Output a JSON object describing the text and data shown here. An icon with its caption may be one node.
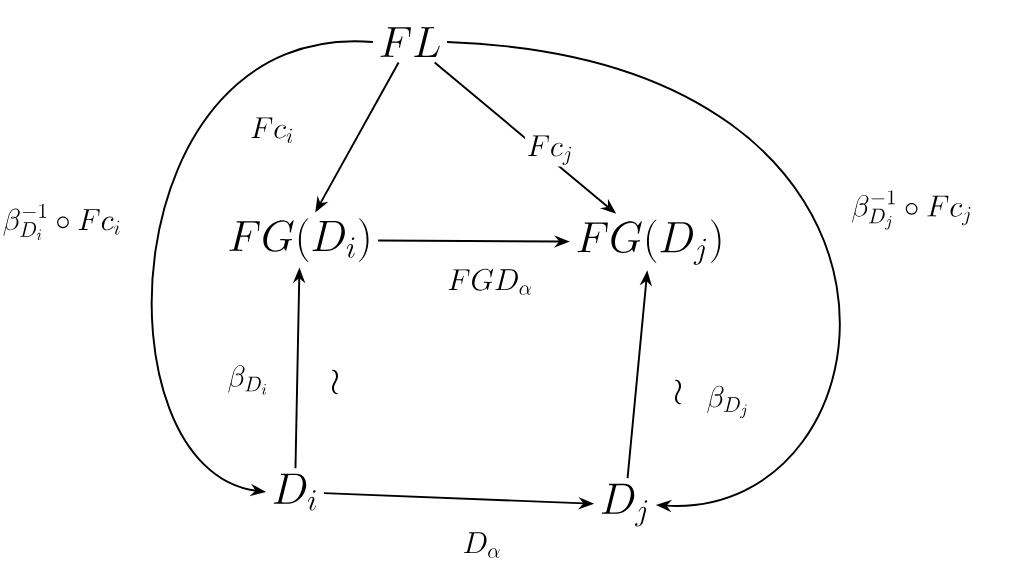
{
  "diagram": {
    "nodes": [
      {
        "text": [
          "FL"
        ]
      },
      {
        "text": [
          "FG(D_i)"
        ]
      },
      {
        "text": [
          "FG(D_j)"
        ]
      },
      {
        "text": [
          "D_i"
        ]
      },
      {
        "text": [
          "D_j"
        ]
      }
    ],
    "edges": [
      {
        "from": 0,
        "to": 1,
        "arrow": "to",
        "label": "Fc_i"
      },
      {
        "from": 0,
        "to": 2,
        "arrow": "to",
        "label": "Fc_j"
      },
      {
        "from": 1,
        "to": 2,
        "arrow": "to",
        "label": "FGD_\\alpha"
      },
      {
        "from": 3,
        "to": 1,
        "arrow": "to",
        "label": "\\beta_{D_i}"
      },
      {
        "from": 4,
        "to": 2,
        "arrow": "to",
        "label": "\\beta_{D_j}"
      },
      {
        "from": 3,
        "to": 4,
        "arrow": "to",
        "label": "D_\\alpha"
      },
      {
        "from": 0,
        "to": 3,
        "arrow": "to",
        "label": "\\beta_{D_i}^{-1}\\circ Fc_i"
      },
      {
        "from": 0,
        "to": 4,
        "arrow": "to",
        "label": "\\beta_{D_j}^{-1}\\circ Fc_j"
      }
    ],
    "labels": [
      "\\wr",
      "\\wr"
    ]
  }
}
